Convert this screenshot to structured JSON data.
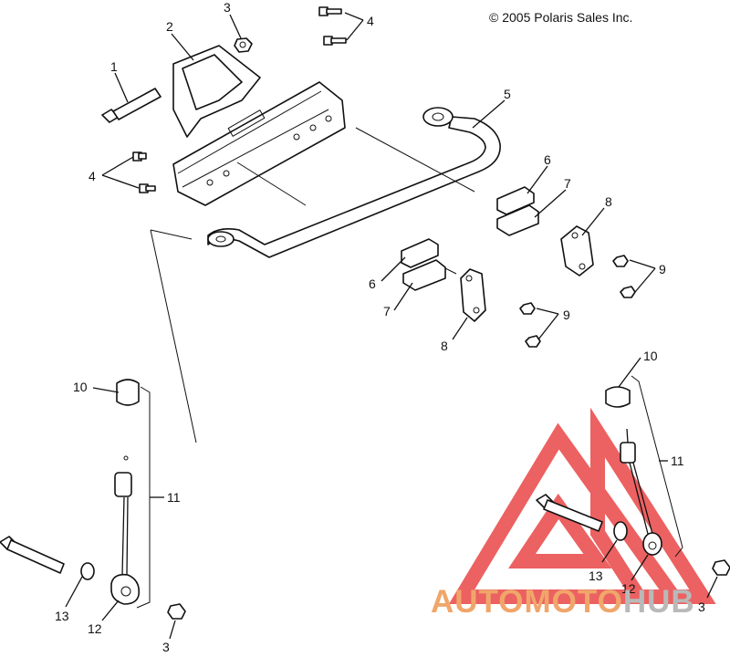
{
  "copyright": "© 2005 Polaris Sales Inc.",
  "callouts": [
    {
      "id": "c1",
      "text": "1"
    },
    {
      "id": "c2",
      "text": "2"
    },
    {
      "id": "c3a",
      "text": "3"
    },
    {
      "id": "c4a",
      "text": "4"
    },
    {
      "id": "c4b",
      "text": "4"
    },
    {
      "id": "c5",
      "text": "5"
    },
    {
      "id": "c6a",
      "text": "6"
    },
    {
      "id": "c7a",
      "text": "7"
    },
    {
      "id": "c8a",
      "text": "8"
    },
    {
      "id": "c9a",
      "text": "9"
    },
    {
      "id": "c6b",
      "text": "6"
    },
    {
      "id": "c7b",
      "text": "7"
    },
    {
      "id": "c8b",
      "text": "8"
    },
    {
      "id": "c9b",
      "text": "9"
    },
    {
      "id": "c10a",
      "text": "10"
    },
    {
      "id": "c11a",
      "text": "11"
    },
    {
      "id": "c13a",
      "text": "13"
    },
    {
      "id": "c12a",
      "text": "12"
    },
    {
      "id": "c3b",
      "text": "3"
    },
    {
      "id": "c10b",
      "text": "10"
    },
    {
      "id": "c11b",
      "text": "11"
    },
    {
      "id": "c13b",
      "text": "13"
    },
    {
      "id": "c12b",
      "text": "12"
    },
    {
      "id": "c3c",
      "text": "3"
    }
  ],
  "watermark": {
    "part1": "AUTOMOTO",
    "part2": "HUB",
    "color_primary": "#f0a66a",
    "color_secondary": "#b9b9b9",
    "triangle_color": "#e83a3a"
  }
}
